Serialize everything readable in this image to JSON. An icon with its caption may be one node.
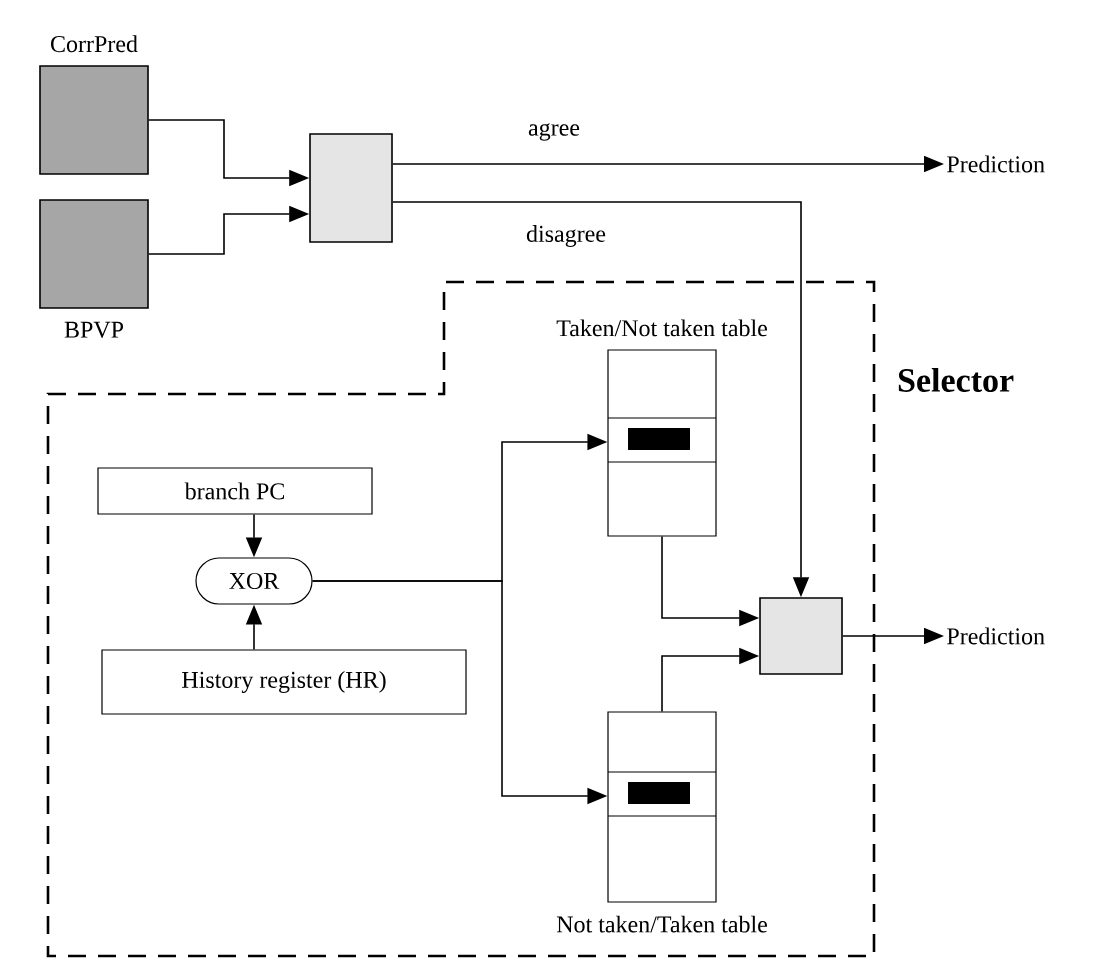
{
  "diagram": {
    "nodes": [
      {
        "text": [
          "CorrPred"
        ]
      },
      {
        "text": [
          "BPVP"
        ]
      },
      {
        "text": [],
        "shape": "box"
      },
      {
        "text": [
          "Prediction"
        ]
      },
      {
        "text": [
          "Selector"
        ]
      },
      {
        "text": [
          "Taken/Not taken table"
        ],
        "in": 4
      },
      {
        "text": [
          "branch PC"
        ],
        "in": 4
      },
      {
        "text": [
          "XOR"
        ],
        "in": 4
      },
      {
        "text": [
          "History register (HR)"
        ],
        "in": 4
      },
      {
        "text": [],
        "shape": "box",
        "in": 4
      },
      {
        "text": [
          "Prediction"
        ]
      },
      {
        "text": [
          "Not taken/Taken table"
        ],
        "in": 4
      }
    ],
    "edges": [
      {
        "from": 0,
        "to": 2,
        "arrow": "to"
      },
      {
        "from": 1,
        "to": 2,
        "arrow": "to"
      },
      {
        "from": 2,
        "to": 3,
        "arrow": "to",
        "label": "agree"
      },
      {
        "from": 2,
        "to": 9,
        "arrow": "to",
        "label": "disagree"
      },
      {
        "from": 6,
        "to": 7,
        "arrow": "to"
      },
      {
        "from": 8,
        "to": 7,
        "arrow": "to"
      },
      {
        "from": 7,
        "to": 5,
        "arrow": "to"
      },
      {
        "from": 7,
        "to": 11,
        "arrow": "to"
      },
      {
        "from": 5,
        "to": 9,
        "arrow": "to"
      },
      {
        "from": 11,
        "to": 9,
        "arrow": "to"
      },
      {
        "from": 9,
        "to": 10,
        "arrow": "to"
      }
    ]
  }
}
